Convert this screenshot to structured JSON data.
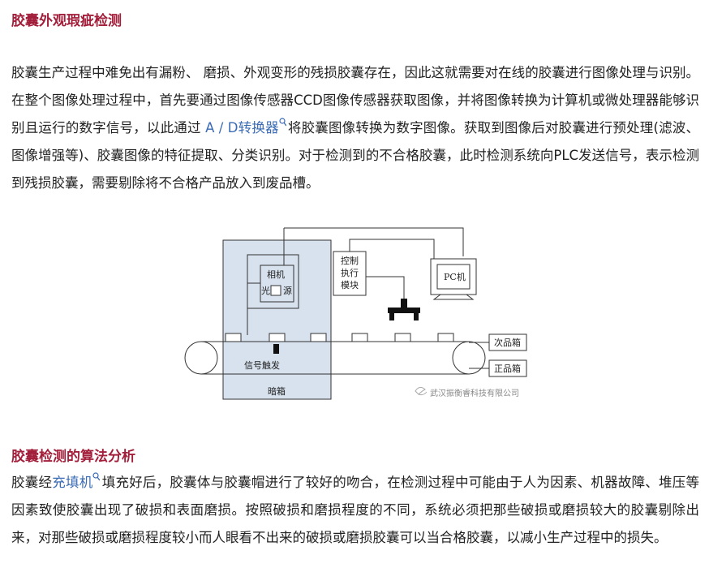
{
  "section1": {
    "title": "胶囊外观瑕疵检测",
    "text_before_link": "胶囊生产过程中难免出有漏粉、 磨损、外观变形的残损胶囊存在，因此这就需要对在线的胶囊进行图像处理与识别。在整个图像处理过程中，首先要通过图像传感器CCD图像传感器获取图像，并将图像转换为计算机或微处理器能够识别且运行的数字信号，以此通过 ",
    "link_text": "A / D转换器",
    "text_after_link": "将胶囊图像转换为数字图像。获取到图像后对胶囊进行预处理(滤波、图像增强等)、胶囊图像的特征提取、分类识别。对于检测到的不合格胶囊，此时检测系统向PLC发送信号，表示检测到残损胶囊，需要剔除将不合格产品放入到废品槽。"
  },
  "diagram": {
    "labels": {
      "camera": "相机",
      "light_left": "光",
      "light_right": "源",
      "control_line1": "控制",
      "control_line2": "执行",
      "control_line3": "模块",
      "pc": "PC机",
      "bin_secondary": "次品箱",
      "bin_good": "正品箱",
      "signal_trigger": "信号触发",
      "dark_box": "暗箱"
    },
    "watermark": "武汉振衡睿科技有限公司",
    "colors": {
      "dark_box_fill": "#d7e2ee",
      "line": "#333333"
    }
  },
  "section2": {
    "title": "胶囊检测的算法分析",
    "text_before_link": "胶囊经",
    "link_text": "充填机",
    "text_after_link": "填充好后，胶囊体与胶囊帽进行了较好的吻合，在检测过程中可能由于人为因素、机器故障、堆压等因素致使胶囊出现了破损和表面磨损。按照破损和磨损程度的不同，系统必须把那些破损或磨损较大的胶囊剔除出来，对那些破损或磨损程度较小而人眼看不出来的破损或磨损胶囊可以当合格胶囊，以减小生产过程中的损失。"
  },
  "icons": {
    "link_search": "search-icon"
  },
  "colors": {
    "heading": "#a21f3b",
    "link": "#3a6bb5",
    "body_text": "#222222"
  }
}
